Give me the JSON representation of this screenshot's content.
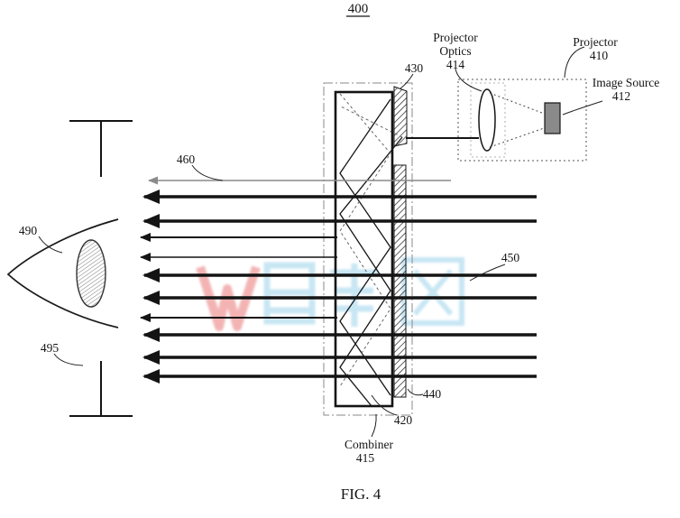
{
  "figure": {
    "title_ref": "400",
    "caption": "FIG. 4"
  },
  "labels": {
    "projector_optics_1": "Projector",
    "projector_optics_2": "Optics",
    "projector_optics_ref": "414",
    "projector": "Projector",
    "projector_ref": "410",
    "image_source": "Image Source",
    "image_source_ref": "412",
    "incoupler_ref": "430",
    "display_light_ref": "460",
    "eye_ref": "490",
    "eye_stop_ref": "495",
    "ambient_light_ref": "450",
    "outcoupler_ref": "440",
    "waveguide_ref": "420",
    "combiner": "Combiner",
    "combiner_ref": "415"
  },
  "colors": {
    "ink": "#141414",
    "leader": "#222222",
    "dotted": "#666666",
    "watermark_blue": "#7cc4e4",
    "watermark_red": "#e34d4d"
  }
}
